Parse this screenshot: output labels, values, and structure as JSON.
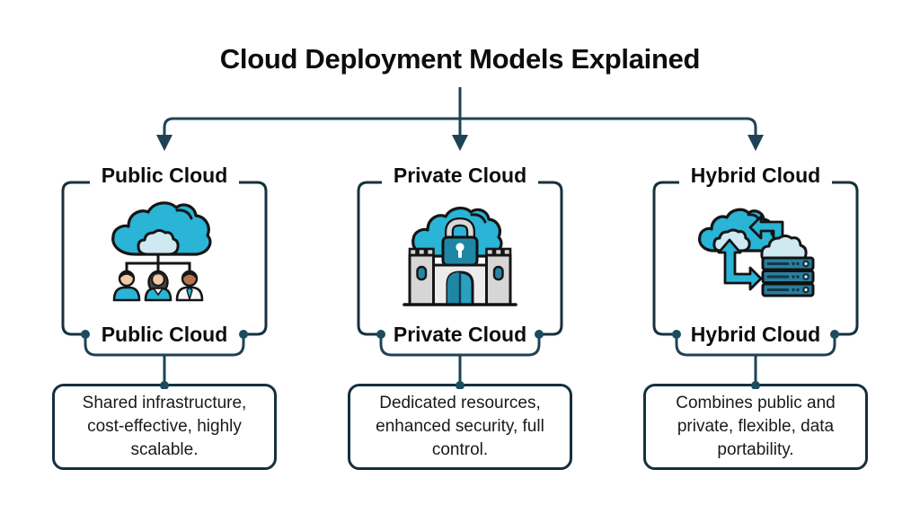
{
  "title": "Cloud Deployment Models Explained",
  "columns": [
    {
      "header": "Public Cloud",
      "label": "Public Cloud",
      "icon": "cloud-users-icon",
      "description": "Shared infrastructure, cost-effective, highly scalable."
    },
    {
      "header": "Private Cloud",
      "label": "Private Cloud",
      "icon": "cloud-lock-castle-icon",
      "description": "Dedicated resources, enhanced security, full control."
    },
    {
      "header": "Hybrid Cloud",
      "label": "Hybrid Cloud",
      "icon": "cloud-sync-server-icon",
      "description": "Combines public and private, flexible, data portability."
    }
  ],
  "colors": {
    "connector": "#1d4354",
    "card_border": "#17303e",
    "dot": "#1d4c61",
    "teal": "#2ab4d6",
    "dark_teal": "#2a7f9e",
    "light_cloud": "#cfe9f2",
    "castle_gray": "#d6d6d6",
    "text": "#111111"
  }
}
